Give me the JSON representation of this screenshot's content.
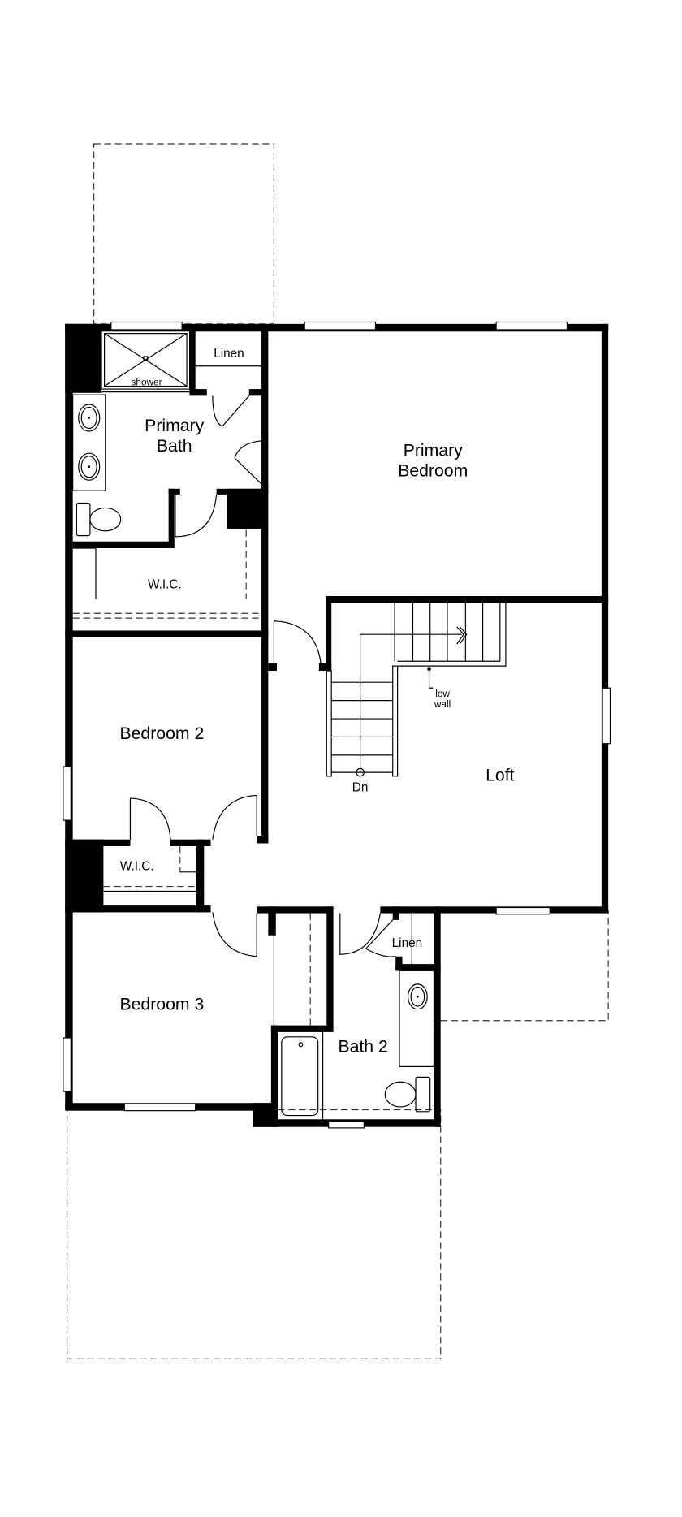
{
  "floor_plan": {
    "rooms": [
      {
        "id": "primary-bath",
        "label_line1": "Primary",
        "label_line2": "Bath"
      },
      {
        "id": "primary-bedroom",
        "label_line1": "Primary",
        "label_line2": "Bedroom"
      },
      {
        "id": "wic-primary",
        "label": "W.I.C."
      },
      {
        "id": "bedroom-2",
        "label": "Bedroom 2"
      },
      {
        "id": "wic-bedroom-2",
        "label": "W.I.C."
      },
      {
        "id": "bedroom-3",
        "label": "Bedroom 3"
      },
      {
        "id": "loft",
        "label": "Loft"
      },
      {
        "id": "bath-2",
        "label": "Bath 2"
      }
    ],
    "fixtures": {
      "shower": "shower",
      "linen_primary": "Linen",
      "linen_bath2": "Linen",
      "low_wall_line1": "low",
      "low_wall_line2": "wall",
      "stairs_down": "Dn"
    },
    "colors": {
      "wall": "#000000",
      "background": "#ffffff",
      "dashed_outline": "#333333"
    }
  }
}
